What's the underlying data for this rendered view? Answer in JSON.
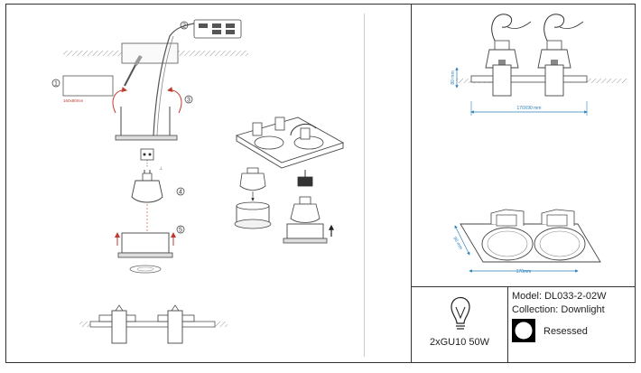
{
  "steps": {
    "s1": "1",
    "s2": "2",
    "s3": "3",
    "s4": "4",
    "s5": "5"
  },
  "cutout_label": "160x80mm",
  "dimensions": {
    "height": "80 mm",
    "width_side": "170X90 mm",
    "depth_top": "90 mm",
    "width_top": "170mm"
  },
  "lamp": {
    "icon": "bulb-icon",
    "spec": "2xGU10 50W"
  },
  "product": {
    "model": "Model: DL033-2-02W",
    "collection": "Collection: Downlight",
    "type_label": "Resessed",
    "type_icon": "recessed-circle-icon"
  },
  "colors": {
    "dimension_line": "#2a7fb8",
    "arrow_red": "#c0392b",
    "border": "#333333"
  }
}
